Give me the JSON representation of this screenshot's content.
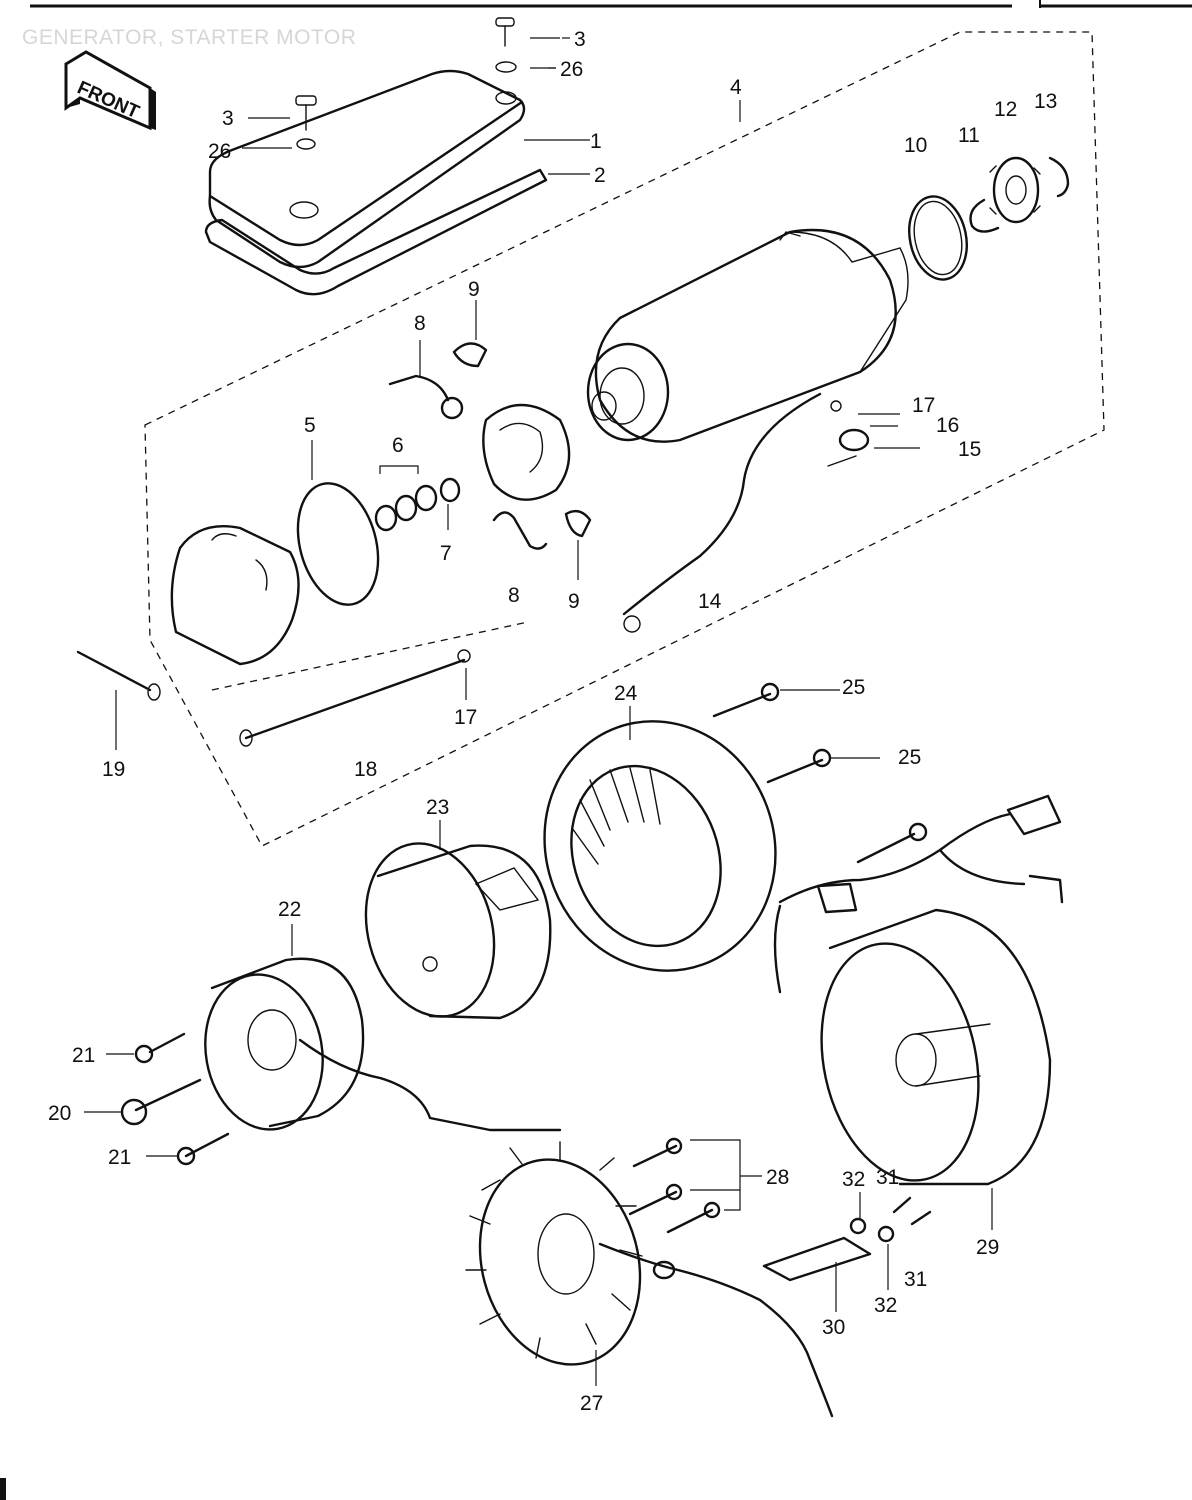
{
  "title": "GENERATOR, STARTER MOTOR",
  "front_label": "FRONT",
  "callouts": [
    {
      "id": "c3a",
      "text": "3"
    },
    {
      "id": "c26a",
      "text": "26"
    },
    {
      "id": "c3b",
      "text": "3"
    },
    {
      "id": "c26b",
      "text": "26"
    },
    {
      "id": "c1",
      "text": "1"
    },
    {
      "id": "c2",
      "text": "2"
    },
    {
      "id": "c4",
      "text": "4"
    },
    {
      "id": "c10",
      "text": "10"
    },
    {
      "id": "c11",
      "text": "11"
    },
    {
      "id": "c12",
      "text": "12"
    },
    {
      "id": "c13",
      "text": "13"
    },
    {
      "id": "c9a",
      "text": "9"
    },
    {
      "id": "c8a",
      "text": "8"
    },
    {
      "id": "c5",
      "text": "5"
    },
    {
      "id": "c6",
      "text": "6"
    },
    {
      "id": "c7",
      "text": "7"
    },
    {
      "id": "c8b",
      "text": "8"
    },
    {
      "id": "c9b",
      "text": "9"
    },
    {
      "id": "c14",
      "text": "14"
    },
    {
      "id": "c17a",
      "text": "17"
    },
    {
      "id": "c16",
      "text": "16"
    },
    {
      "id": "c15",
      "text": "15"
    },
    {
      "id": "c17b",
      "text": "17"
    },
    {
      "id": "c18",
      "text": "18"
    },
    {
      "id": "c19",
      "text": "19"
    },
    {
      "id": "c24",
      "text": "24"
    },
    {
      "id": "c25a",
      "text": "25"
    },
    {
      "id": "c25b",
      "text": "25"
    },
    {
      "id": "c23",
      "text": "23"
    },
    {
      "id": "c22",
      "text": "22"
    },
    {
      "id": "c21a",
      "text": "21"
    },
    {
      "id": "c20",
      "text": "20"
    },
    {
      "id": "c21b",
      "text": "21"
    },
    {
      "id": "c28",
      "text": "28"
    },
    {
      "id": "c32a",
      "text": "32"
    },
    {
      "id": "c31a",
      "text": "31"
    },
    {
      "id": "c29",
      "text": "29"
    },
    {
      "id": "c31b",
      "text": "31"
    },
    {
      "id": "c32b",
      "text": "32"
    },
    {
      "id": "c30",
      "text": "30"
    },
    {
      "id": "c27",
      "text": "27"
    }
  ]
}
